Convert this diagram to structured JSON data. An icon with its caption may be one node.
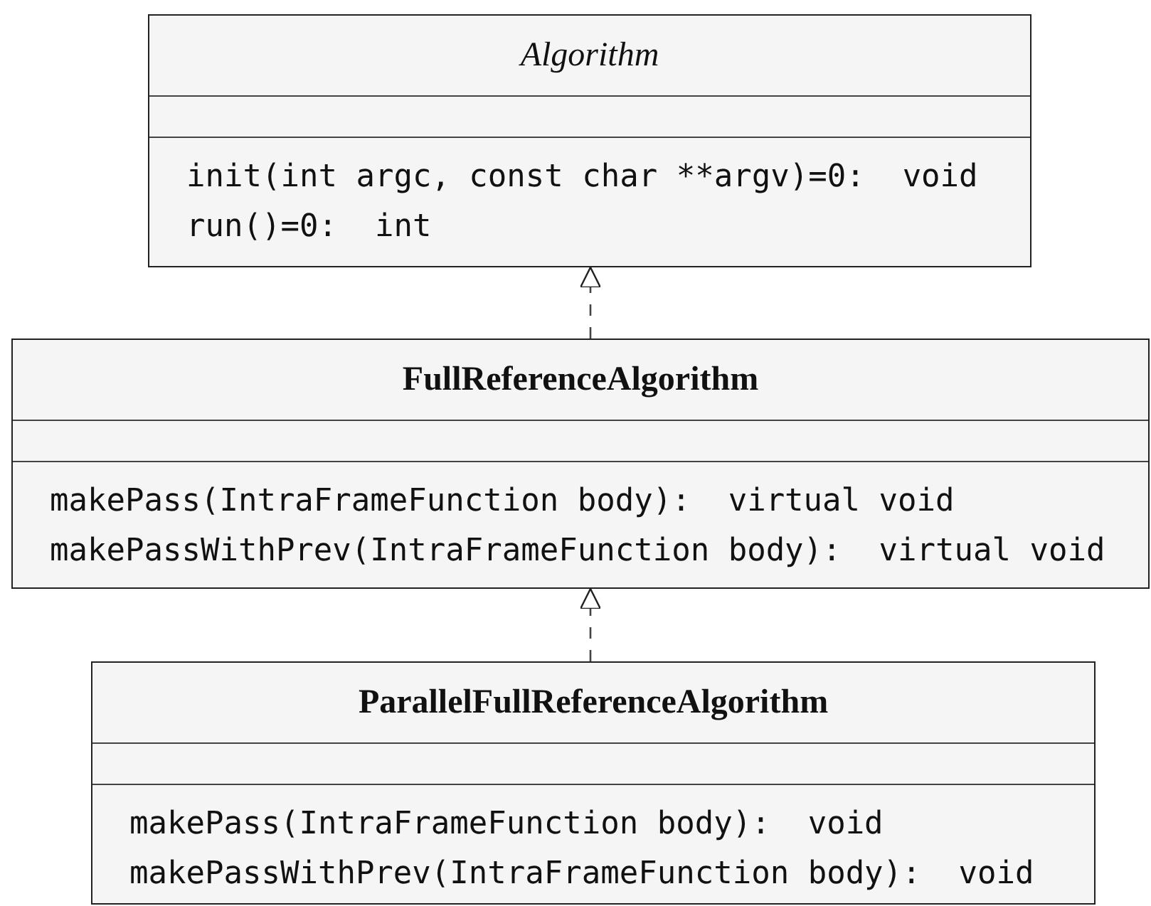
{
  "diagram": {
    "nodes": [
      {
        "text": [
          "Algorithm",
          "init(int argc, const char **argv)=0:  void",
          "run()=0:  int"
        ]
      },
      {
        "text": [
          "FullReferenceAlgorithm",
          "makePass(IntraFrameFunction body):  virtual void",
          "makePassWithPrev(IntraFrameFunction body):  virtual void"
        ]
      },
      {
        "text": [
          "ParallelFullReferenceAlgorithm",
          "makePass(IntraFrameFunction body):  void",
          "makePassWithPrev(IntraFrameFunction body):  void"
        ]
      }
    ],
    "edges": [
      {
        "from": 1,
        "to": 0,
        "arrow": "to",
        "style": "dashed"
      },
      {
        "from": 2,
        "to": 1,
        "arrow": "to",
        "style": "dashed"
      }
    ]
  }
}
